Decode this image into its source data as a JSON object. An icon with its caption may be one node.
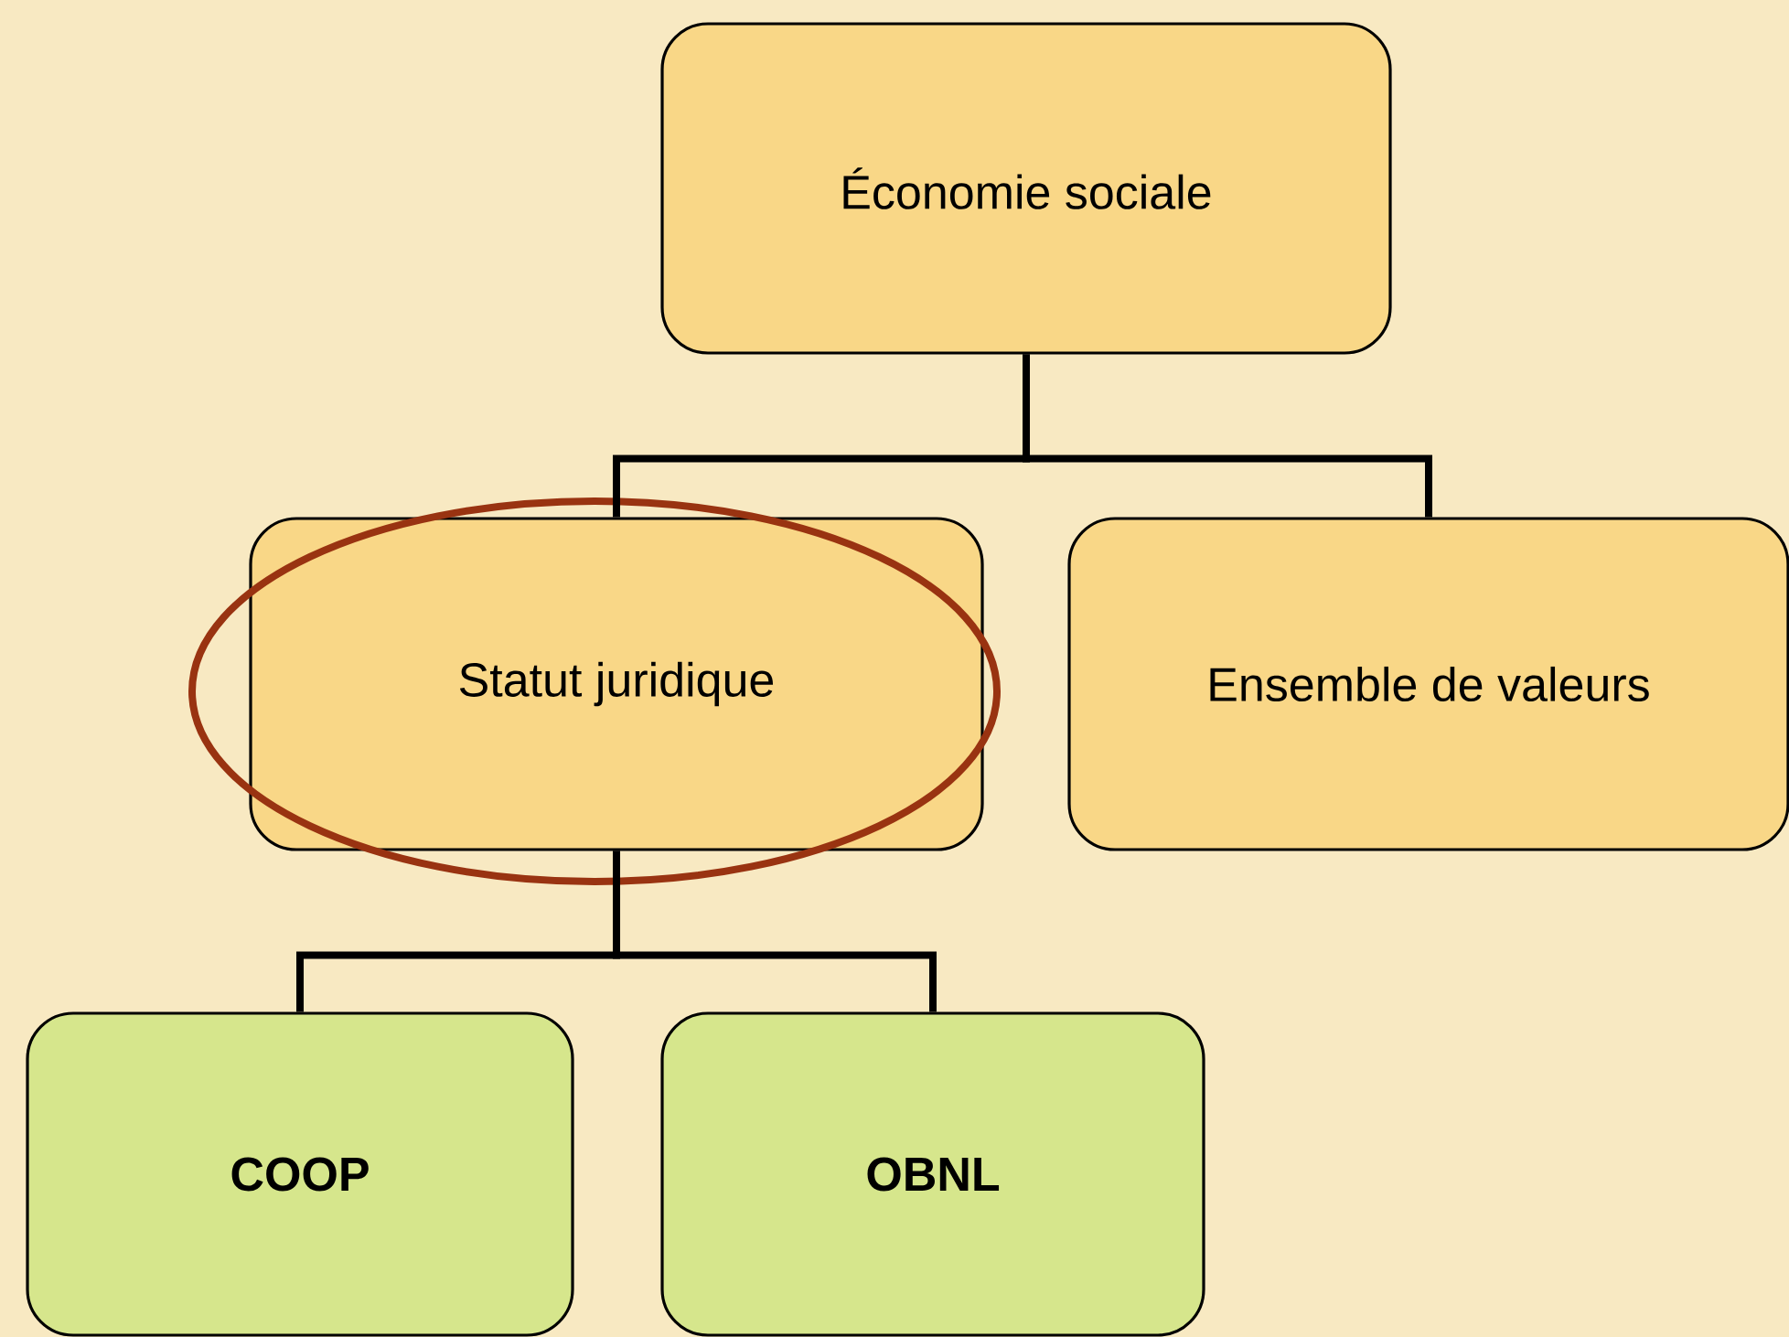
{
  "diagram": {
    "nodes": [
      {
        "text": [
          "Économie sociale"
        ]
      },
      {
        "text": [
          "Statut juridique"
        ]
      },
      {
        "text": [
          "Ensemble de valeurs"
        ]
      },
      {
        "text": [
          "**COOP**"
        ]
      },
      {
        "text": [
          "**OBNL**"
        ]
      }
    ],
    "edges": [
      {
        "from": 0,
        "to": 1,
        "arrow": "none"
      },
      {
        "from": 0,
        "to": 2,
        "arrow": "none"
      },
      {
        "from": 1,
        "to": 3,
        "arrow": "none"
      },
      {
        "from": 1,
        "to": 4,
        "arrow": "none"
      }
    ]
  }
}
